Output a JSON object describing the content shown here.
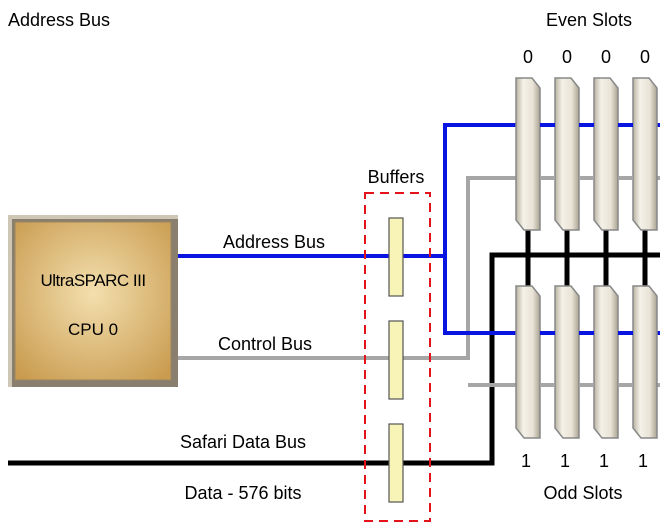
{
  "title": "Address Bus",
  "even_slots": {
    "label": "Even Slots",
    "numbers": [
      "0",
      "0",
      "0",
      "0"
    ]
  },
  "odd_slots": {
    "label": "Odd Slots",
    "numbers": [
      "1",
      "1",
      "1",
      "1"
    ]
  },
  "buffers": {
    "label": "Buffers"
  },
  "cpu": {
    "line1": "UltraSPARC III",
    "line2": "CPU 0"
  },
  "buses": {
    "address": {
      "label": "Address Bus",
      "color": "#0a14e0"
    },
    "control": {
      "label": "Control Bus",
      "color": "#a6a6a6"
    },
    "data": {
      "label": "Safari Data Bus",
      "sublabel": "Data - 576 bits",
      "color": "#000000"
    }
  },
  "colors": {
    "buffer_outline": "#e3121b",
    "buffer_fill": "#f8f4b8",
    "cpu_fill": "#d9b36d",
    "slot_fill": "#e2ddd0"
  }
}
